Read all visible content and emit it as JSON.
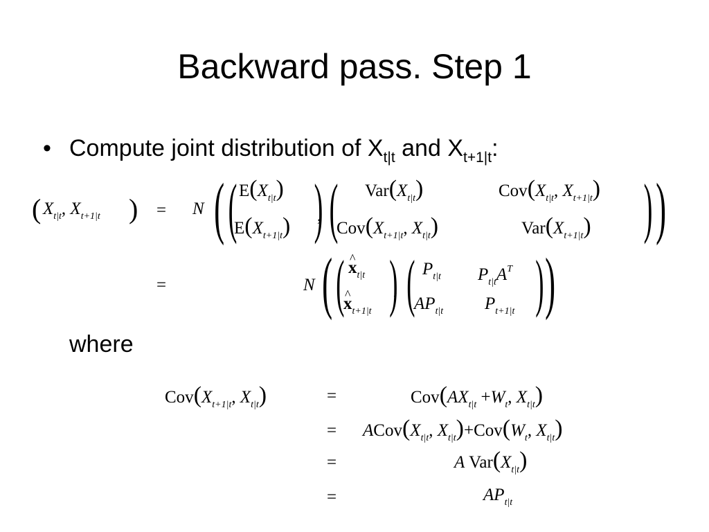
{
  "slide": {
    "title": "Backward pass. Step 1",
    "bullet": {
      "text_a": "Compute joint distribution of X",
      "sub_a": "t|t",
      "text_b": " and X",
      "sub_b": "t+1|t",
      "text_c": ":"
    },
    "where": "where"
  },
  "math": {
    "X": "X",
    "x": "x",
    "A": "A",
    "P": "P",
    "W": "W",
    "N": "N",
    "E": "E",
    "Var": "Var",
    "Cov": "Cov",
    "T": "T",
    "t": "t",
    "tt": "t|t",
    "t1t": "t+1|t",
    "eq": "=",
    "comma": ",",
    "plus": "+"
  }
}
